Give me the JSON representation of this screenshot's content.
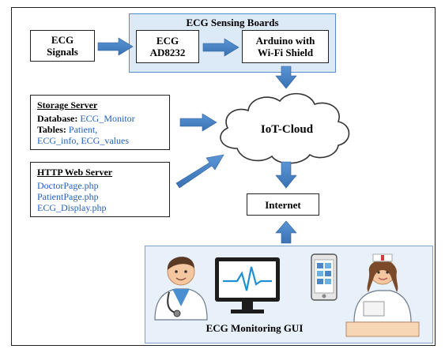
{
  "ecg_signals": {
    "line1": "ECG",
    "line2": "Signals"
  },
  "sensing_boards": {
    "title": "ECG Sensing Boards",
    "ecg_board": {
      "line1": "ECG",
      "line2": "AD8232"
    },
    "arduino": {
      "line1": "Arduino with",
      "line2": "Wi-Fi Shield"
    }
  },
  "storage_server": {
    "title": "Storage Server",
    "db_label": "Database:",
    "db_value": "ECG_Monitor",
    "tables_label": "Tables:",
    "tables_value1": "Patient,",
    "tables_value2": "ECG_info, ECG_values"
  },
  "http_server": {
    "title": "HTTP Web Server",
    "pages": [
      "DoctorPage.php",
      "PatientPage.php",
      "ECG_Display.php"
    ]
  },
  "cloud": {
    "label": "IoT-Cloud"
  },
  "internet": {
    "label": "Internet"
  },
  "gui": {
    "label": "ECG Monitoring GUI"
  },
  "colors": {
    "arrow": "#4a86c8",
    "accent_text": "#1f5fbf",
    "panel_fill": "#dce9f7"
  }
}
